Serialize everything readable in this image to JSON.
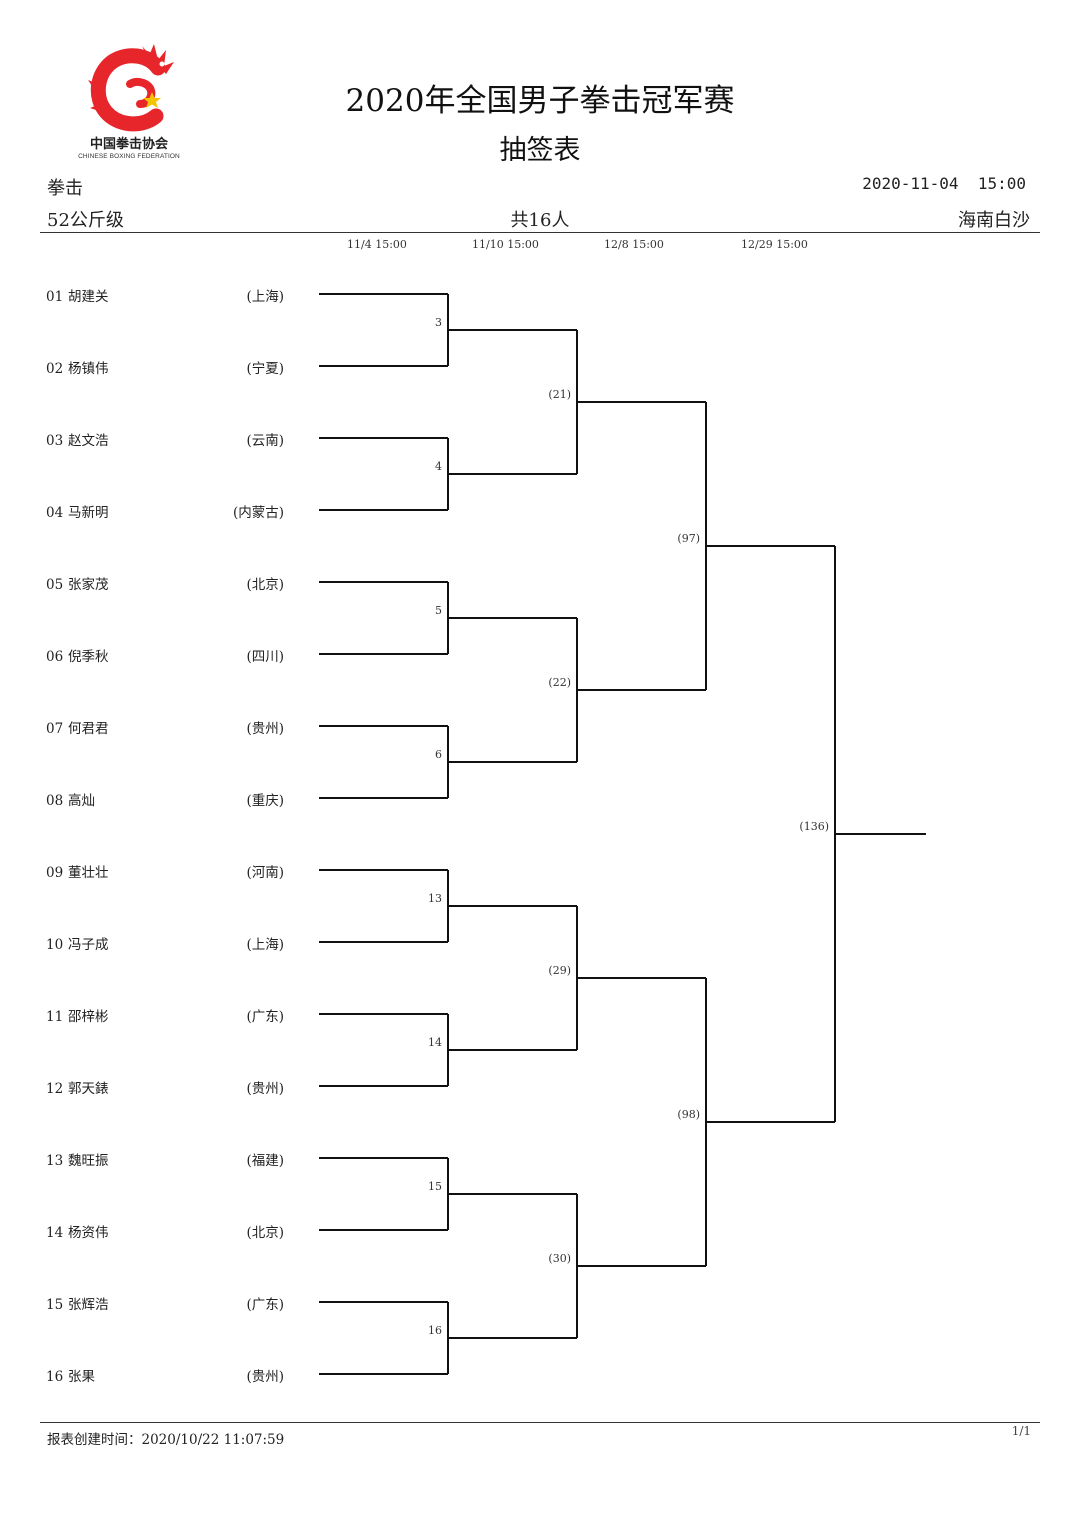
{
  "logo": {
    "icon": "dragon-logo-icon",
    "name": "中国拳击协会",
    "subname": "CHINESE BOXING FEDERATION",
    "colors": {
      "red": "#e6262b",
      "gold": "#f5c400"
    }
  },
  "header": {
    "title": "2020年全国男子拳击冠军赛",
    "subtitle": "抽签表",
    "sport": "拳击",
    "datetime": "2020-11-04  15:00",
    "weight_class": "52公斤级",
    "count": "共16人",
    "venue": "海南白沙"
  },
  "round_dates": [
    "11/4 15:00",
    "11/10 15:00",
    "12/8 15:00",
    "12/29 15:00"
  ],
  "athletes": [
    {
      "seed": "01",
      "name": "胡建关",
      "province": "(上海)"
    },
    {
      "seed": "02",
      "name": "杨镇伟",
      "province": "(宁夏)"
    },
    {
      "seed": "03",
      "name": "赵文浩",
      "province": "(云南)"
    },
    {
      "seed": "04",
      "name": "马新明",
      "province": "(内蒙古)"
    },
    {
      "seed": "05",
      "name": "张家茂",
      "province": "(北京)"
    },
    {
      "seed": "06",
      "name": "倪季秋",
      "province": "(四川)"
    },
    {
      "seed": "07",
      "name": "何君君",
      "province": "(贵州)"
    },
    {
      "seed": "08",
      "name": "高灿",
      "province": "(重庆)"
    },
    {
      "seed": "09",
      "name": "董壮壮",
      "province": "(河南)"
    },
    {
      "seed": "10",
      "name": "冯子成",
      "province": "(上海)"
    },
    {
      "seed": "11",
      "name": "邵梓彬",
      "province": "(广东)"
    },
    {
      "seed": "12",
      "name": "郭天錶",
      "province": "(贵州)"
    },
    {
      "seed": "13",
      "name": "魏旺振",
      "province": "(福建)"
    },
    {
      "seed": "14",
      "name": "杨资伟",
      "province": "(北京)"
    },
    {
      "seed": "15",
      "name": "张辉浩",
      "province": "(广东)"
    },
    {
      "seed": "16",
      "name": "张果",
      "province": "(贵州)"
    }
  ],
  "matches": {
    "round1": [
      "3",
      "4",
      "5",
      "6",
      "13",
      "14",
      "15",
      "16"
    ],
    "round2": [
      "(21)",
      "(22)",
      "(29)",
      "(30)"
    ],
    "semifinal": [
      "(97)",
      "(98)"
    ],
    "final": [
      "(136)"
    ]
  },
  "footer": {
    "created": "报表创建时间：2020/10/22 11:07:59",
    "page": "1/1"
  }
}
